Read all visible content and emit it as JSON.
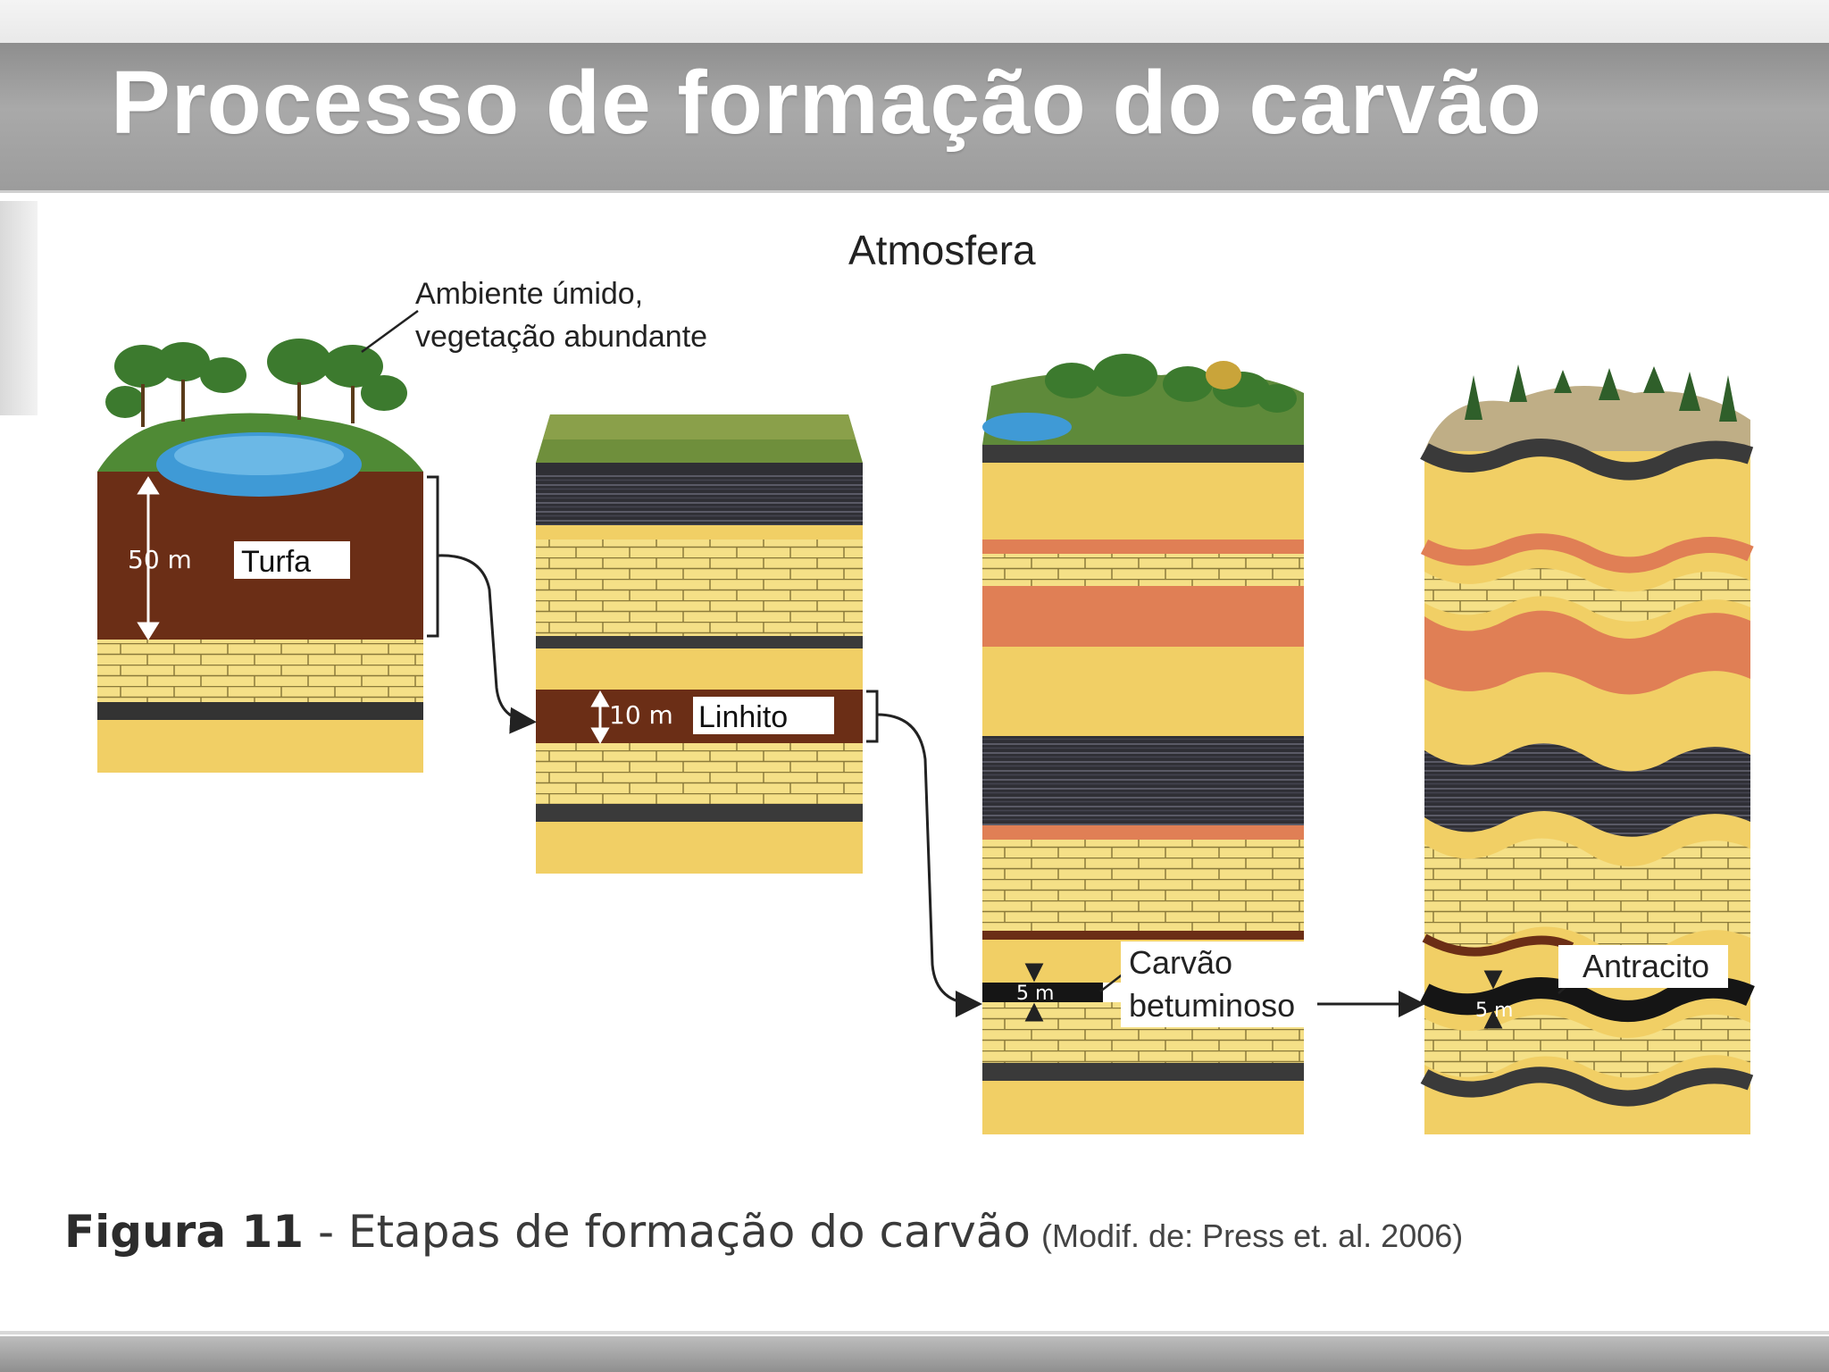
{
  "slide": {
    "title": "Processo de formação do carvão"
  },
  "diagram": {
    "atmosphere_label": "Atmosfera",
    "environment_label_line1": "Ambiente úmido,",
    "environment_label_line2": "vegetação abundante",
    "stages": [
      {
        "name": "Turfa",
        "thickness": "50 m"
      },
      {
        "name": "Linhito",
        "thickness": "10 m"
      },
      {
        "name_line1": "Carvão",
        "name_line2": "betuminoso",
        "thickness": "5 m"
      },
      {
        "name": "Antracito",
        "thickness": "5 m"
      }
    ],
    "colors": {
      "sand": "#f1cf65",
      "brick": "#f5e087",
      "peat": "#6b2e16",
      "coal": "#2b2b2b",
      "red_layer": "#e07f55",
      "water": "#3f9ad6",
      "vegetation": "#3c7a2e"
    }
  },
  "caption": {
    "label": "Figura 11",
    "text": " - Etapas de formação do carvão",
    "source": "(Modif. de: Press et. al. 2006)"
  }
}
